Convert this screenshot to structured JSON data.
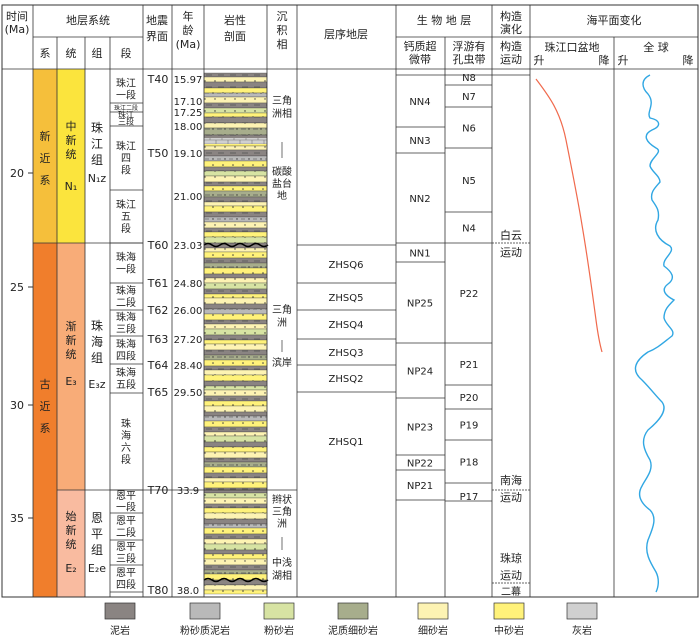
{
  "header": {
    "time": [
      "时间",
      "(Ma)"
    ],
    "strat_system": "地层系统",
    "xi": "系",
    "tong": "统",
    "zu": "组",
    "duan": "段",
    "seismic": [
      "地震",
      "界面"
    ],
    "age": [
      "年",
      "龄",
      "(Ma)"
    ],
    "lith": [
      "岩性",
      "剖面"
    ],
    "facies": [
      "沉",
      "积",
      "相"
    ],
    "sequence": "层序地层",
    "bio": "生 物 地 层",
    "nanno": [
      "钙质超",
      "微带"
    ],
    "foram": [
      "浮游有",
      "孔虫带"
    ],
    "tectonic": [
      "构造",
      "演化"
    ],
    "tectonic_sub": [
      "构造",
      "运动"
    ],
    "sealevel": "海平面变化",
    "pearl": "珠江口盆地",
    "global": "全 球",
    "rise": "升",
    "fall": "降"
  },
  "time_ticks": [
    "20",
    "25",
    "30",
    "35"
  ],
  "systems": [
    "新近系",
    "古近系"
  ],
  "series": [
    {
      "name": "中新统",
      "code": "N₁"
    },
    {
      "name": "渐新统",
      "code": "E₃"
    },
    {
      "name": "始新统",
      "code": "E₂"
    }
  ],
  "formations": [
    {
      "name": "珠江组",
      "code": "N₁z"
    },
    {
      "name": "珠海组",
      "code": "E₃z"
    },
    {
      "name": "恩平组",
      "code": "E₂e"
    }
  ],
  "members": [
    "珠江一段",
    "珠江二段",
    "珠江三段",
    "珠江四段",
    "珠江五段",
    "珠海一段",
    "珠海二段",
    "珠海三段",
    "珠海四段",
    "珠海五段",
    "珠海六段",
    "恩平一段",
    "恩平二段",
    "恩平三段",
    "恩平四段"
  ],
  "seismic_labels": [
    "T40",
    "T50",
    "T60",
    "T61",
    "T62",
    "T63",
    "T64",
    "T65",
    "T70",
    "T80"
  ],
  "age_labels": [
    "15.97",
    "17.10",
    "17.25",
    "18.00",
    "19.10",
    "21.00",
    "23.03",
    "24.80",
    "26.00",
    "27.20",
    "28.40",
    "29.50",
    "33.9",
    "38.0"
  ],
  "facies": [
    "三角洲相",
    "碳酸盐台地",
    "三角洲",
    "滨岸",
    "辫状三角洲",
    "中浅湖相"
  ],
  "sequences": [
    "ZHSQ6",
    "ZHSQ5",
    "ZHSQ4",
    "ZHSQ3",
    "ZHSQ2",
    "ZHSQ1"
  ],
  "nanno_zones": [
    "NN4",
    "NN3",
    "NN2",
    "NN1",
    "NP25",
    "NP24",
    "NP23",
    "NP22",
    "NP21"
  ],
  "foram_zones": [
    "N8",
    "N7",
    "N6",
    "N5",
    "N4",
    "P22",
    "P21",
    "P20",
    "P19",
    "P18",
    "P17"
  ],
  "tectonic_events": [
    "白云运动",
    "南海运动",
    "珠琼运动二幕"
  ],
  "legend": [
    {
      "label": "泥岩",
      "color": "#8a8482"
    },
    {
      "label": "粉砂质泥岩",
      "color": "#b9b9b9"
    },
    {
      "label": "粉砂岩",
      "color": "#d7e3a3"
    },
    {
      "label": "泥质细砂岩",
      "color": "#a7ad8c"
    },
    {
      "label": "细砂岩",
      "color": "#fdf3b3"
    },
    {
      "label": "中砂岩",
      "color": "#fff27a"
    },
    {
      "label": "灰岩",
      "color": "#d0d0d0"
    }
  ],
  "colors": {
    "neogene": "#f5bf3b",
    "miocene": "#fbe43d",
    "paleogene": "#f07e2c",
    "oligocene": "#f8ac78",
    "eocene": "#f9bba0",
    "pearl_curve": "#f06a4d",
    "global_curve": "#31a7e3"
  }
}
